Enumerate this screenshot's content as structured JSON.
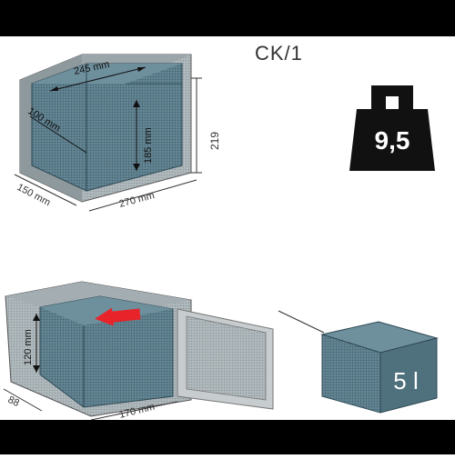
{
  "title": "CK/1",
  "outer": {
    "depth": "150 mm",
    "width": "270 mm",
    "height": "219"
  },
  "inner": {
    "width": "245 mm",
    "depth": "100 mm",
    "height": "185 mm"
  },
  "weight": {
    "value": "9,5"
  },
  "drawer": {
    "height": "120 mm",
    "width": "170 mm",
    "depth": "88"
  },
  "volume": {
    "value": "5 l"
  },
  "colors": {
    "inner_fill": "#5d7f8d",
    "box_fill": "#b4bcc0",
    "weight_fill": "#111111",
    "arrow": "#e8232a",
    "door": "#c7ccce"
  }
}
